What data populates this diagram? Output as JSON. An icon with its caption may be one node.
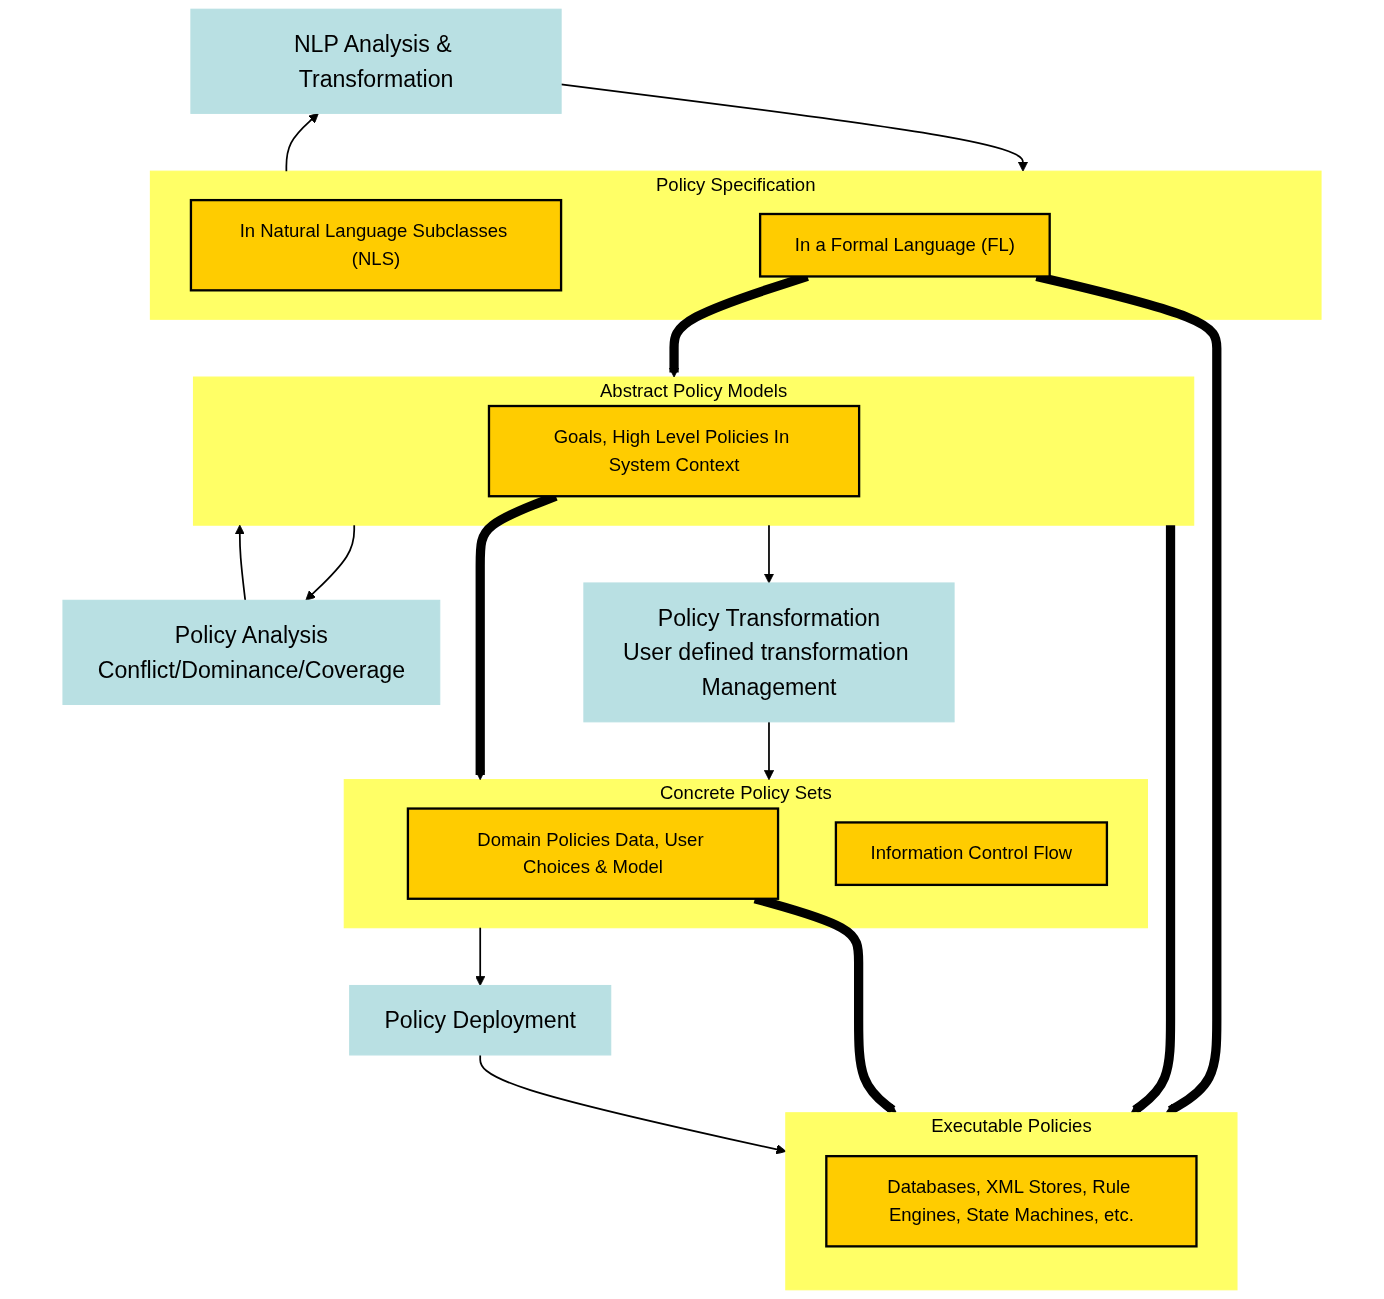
{
  "diagram": {
    "nodes": [
      {
        "text": [
          "NLP Analysis & Transformation"
        ]
      },
      {
        "text": [
          "Policy Specification"
        ]
      },
      {
        "text": [
          "In Natural Language Subclasses (NLS)"
        ],
        "in": 1
      },
      {
        "text": [
          "In a Formal Language (FL)"
        ],
        "in": 1
      },
      {
        "text": [
          "Policy Analysis",
          "Conflict/Dominance/Coverage"
        ]
      },
      {
        "text": [
          "Abstract Policy Models"
        ]
      },
      {
        "text": [
          "Goals, High Level Policies In System Context"
        ],
        "in": 5
      },
      {
        "text": [
          "Policy Transformation",
          "User defined transformation Management"
        ]
      },
      {
        "text": [
          "Concrete Policy Sets"
        ]
      },
      {
        "text": [
          "Domain Policies Data, User Choices & Model"
        ],
        "in": 8
      },
      {
        "text": [
          "Information Control Flow"
        ],
        "in": 8
      },
      {
        "text": [
          "Policy Deployment"
        ]
      },
      {
        "text": [
          "Executable Policies"
        ]
      },
      {
        "text": [
          "Databases, XML Stores, Rule Engines, State Machines, etc."
        ],
        "in": 12
      }
    ],
    "edges": [
      {
        "from": 1,
        "to": 0,
        "arrow": "to"
      },
      {
        "from": 0,
        "to": 1,
        "arrow": "to"
      },
      {
        "from": 3,
        "to": 5,
        "arrow": "to",
        "style": "thick"
      },
      {
        "from": 3,
        "to": 12,
        "arrow": "to",
        "style": "thick"
      },
      {
        "from": 5,
        "to": 4,
        "arrow": "to"
      },
      {
        "from": 4,
        "to": 5,
        "arrow": "to"
      },
      {
        "from": 5,
        "to": 7,
        "arrow": "to"
      },
      {
        "from": 7,
        "to": 8,
        "arrow": "to"
      },
      {
        "from": 6,
        "to": 8,
        "arrow": "to",
        "style": "thick"
      },
      {
        "from": 5,
        "to": 12,
        "arrow": "to",
        "style": "thick"
      },
      {
        "from": 9,
        "to": 12,
        "arrow": "to",
        "style": "thick"
      },
      {
        "from": 8,
        "to": 11,
        "arrow": "to"
      },
      {
        "from": 11,
        "to": 12,
        "arrow": "to"
      }
    ]
  }
}
